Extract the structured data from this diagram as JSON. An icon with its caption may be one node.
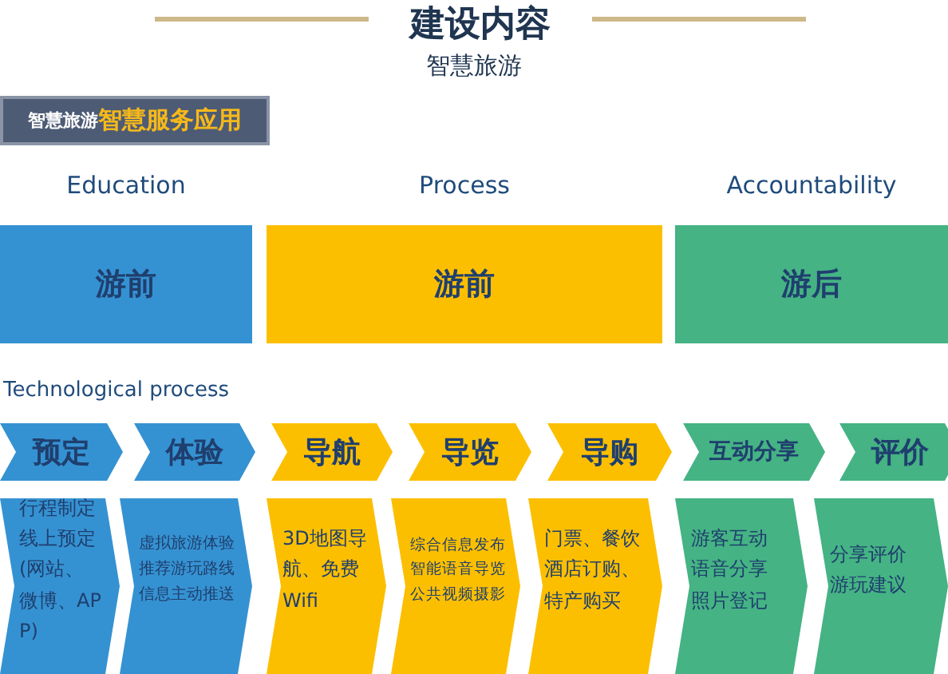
{
  "diagram": {
    "title": "建设内容",
    "nodes": [
      {
        "text": [
          "智慧旅游",
          "智慧服务应用"
        ]
      },
      {
        "text": [
          "Education",
          "游前"
        ]
      },
      {
        "text": [
          "Process",
          "游前"
        ]
      },
      {
        "text": [
          "Accountability",
          "游后"
        ]
      },
      {
        "text": [
          "预定"
        ]
      },
      {
        "text": [
          "体验"
        ]
      },
      {
        "text": [
          "导航"
        ]
      },
      {
        "text": [
          "导览"
        ]
      },
      {
        "text": [
          "导购"
        ]
      },
      {
        "text": [
          "互动分享"
        ]
      },
      {
        "text": [
          "评价"
        ]
      },
      {
        "text": [
          "行程制定线上预定(网站、微博、APP)"
        ]
      },
      {
        "text": [
          "虚拟旅游体验",
          "推荐游玩路线",
          "信息主动推送"
        ]
      },
      {
        "text": [
          "3D地图导航、免费Wifi"
        ]
      },
      {
        "text": [
          "综合信息发布",
          "智能语音导览",
          "公共视频摄影"
        ]
      },
      {
        "text": [
          "门票、餐饮酒店订购、特产购买"
        ]
      },
      {
        "text": [
          "游客互动",
          "语音分享",
          "照片登记"
        ]
      },
      {
        "text": [
          "分享评价",
          "游玩建议"
        ]
      }
    ],
    "labels": [
      "智慧旅游",
      "Technological process"
    ]
  }
}
